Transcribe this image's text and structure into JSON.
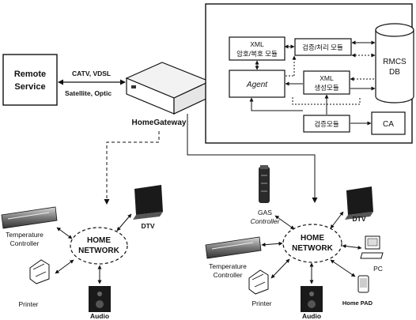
{
  "remote_service": {
    "line1": "Remote",
    "line2": "Service"
  },
  "link_labels": {
    "top": "CATV, VDSL",
    "bottom": "Satellite, Optic"
  },
  "gateway": {
    "label": "HomeGateway"
  },
  "server": {
    "xml_crypto": {
      "line1": "XML",
      "line2": "암호/복호 모듈"
    },
    "verify_process": "검증/처리 모듈",
    "agent": "Agent",
    "xml_generate": {
      "line1": "XML",
      "line2": "생성모듈"
    },
    "verify_module": "검증모듈",
    "db": {
      "line1": "RMCS",
      "line2": "DB"
    },
    "ca": "CA"
  },
  "left_network": {
    "hub": {
      "line1": "HOME",
      "line2": "NETWORK"
    },
    "temperature": {
      "line1": "Temperature",
      "line2": "Controller"
    },
    "dtv": "DTV",
    "printer": "Printer",
    "audio": "Audio"
  },
  "right_network": {
    "hub": {
      "line1": "HOME",
      "line2": "NETWORK"
    },
    "gas": {
      "line1": "GAS",
      "line2": "Controller"
    },
    "dtv": "DTV",
    "temperature": {
      "line1": "Temperature",
      "line2": "Controller"
    },
    "pc": "PC",
    "printer": "Printer",
    "audio": "Audio",
    "homepad": "Home PAD"
  },
  "colors": {
    "ink": "#111111",
    "device_dark": "#1a1a1a",
    "device_gray": "#9a9a9a"
  }
}
